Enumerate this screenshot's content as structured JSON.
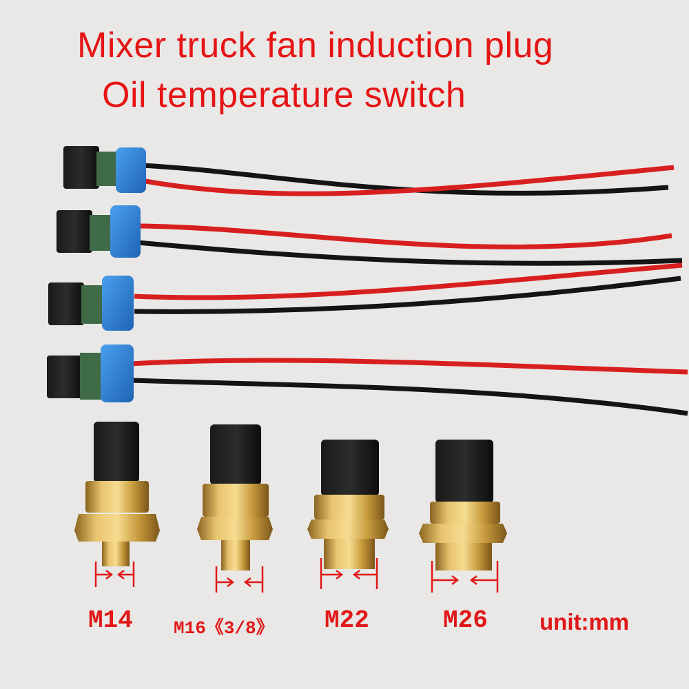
{
  "title": {
    "line1": "Mixer truck fan induction plug",
    "line2": "Oil temperature switch"
  },
  "sizes": [
    {
      "label": "M14"
    },
    {
      "label": "M16《3/8》"
    },
    {
      "label": "M22"
    },
    {
      "label": "M26"
    }
  ],
  "unit_label": "unit:mm",
  "colors": {
    "background": "#e9e8e6",
    "text_red": "#e01818",
    "wire_red": "#d81f1f",
    "wire_black": "#111111",
    "connector_blue": "#2a7fd4",
    "seal_green": "#3f6b47",
    "brass": "#c9a04a"
  }
}
